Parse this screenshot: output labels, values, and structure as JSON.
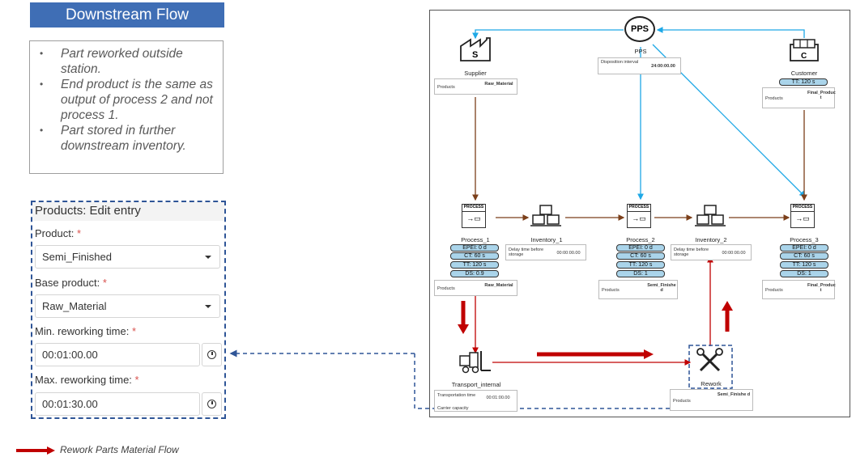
{
  "title": "Downstream Flow",
  "bullets": [
    "Part reworked outside station.",
    "End product is the same as output of process 2 and not process 1.",
    "Part stored in further downstream inventory."
  ],
  "form": {
    "heading": "Products: Edit entry",
    "product_label": "Product:",
    "product_value": "Semi_Finished",
    "base_label": "Base product:",
    "base_value": "Raw_Material",
    "min_label": "Min. reworking time:",
    "min_value": "00:01:00.00",
    "max_label": "Max. reworking time:",
    "max_value": "00:01:30.00",
    "required_mark": "*"
  },
  "legend": {
    "label": "Rework Parts Material Flow",
    "color": "#c00000"
  },
  "diagram": {
    "pps": {
      "icon": "PPS",
      "label": "PPS",
      "card_key": "Disposition interval",
      "card_value": "24:00:00.00"
    },
    "supplier": {
      "label": "Supplier",
      "icon_letter": "S",
      "card_key": "Products",
      "card_value": "Raw_Material"
    },
    "customer": {
      "label": "Customer",
      "icon_letter": "C",
      "tt": "TT: 120 s",
      "card_key": "Products",
      "card_value": "Final_Produc t"
    },
    "process_icon_text": "PROCESS",
    "process1": {
      "label": "Process_1",
      "pills": [
        "EPEI: 0 d",
        "CT: 60 s",
        "TT: 120 s",
        "DS: 0.9"
      ],
      "card_key": "Products",
      "card_value": "Raw_Material"
    },
    "process2": {
      "label": "Process_2",
      "pills": [
        "EPEI: 0 d",
        "CT: 60 s",
        "TT: 120 s",
        "DS: 1"
      ],
      "card_key": "Products",
      "card_value": "Semi_Finishe d"
    },
    "process3": {
      "label": "Process_3",
      "pills": [
        "EPEI: 0 d",
        "CT: 60 s",
        "TT: 120 s",
        "DS: 1"
      ],
      "card_key": "Products",
      "card_value": "Final_Produc t"
    },
    "inventory1": {
      "label": "Inventory_1",
      "card_key": "Delay time before storage",
      "card_value": "00:00:00.00"
    },
    "inventory2": {
      "label": "Inventory_2",
      "card_key": "Delay time before storage",
      "card_value": "00:00:00.00"
    },
    "transport": {
      "label": "Transport_internal",
      "card_key": "Transportation time",
      "card_value": "00:01:00.00",
      "card_key2": "Carrier capacity"
    },
    "rework": {
      "label": "Rework",
      "card_key": "Products",
      "card_value": "Semi_Finishe d"
    }
  },
  "colors": {
    "title_bg": "#3f6eb5",
    "info_flow": "#1ea8e6",
    "material_flow": "#7b3f1a",
    "rework_flow": "#c00000",
    "dashed_border": "#2f5597"
  }
}
